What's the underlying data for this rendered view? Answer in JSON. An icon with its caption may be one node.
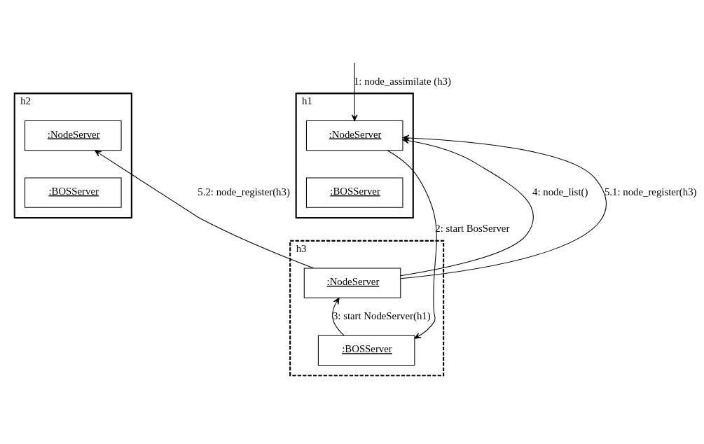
{
  "diagram": {
    "nodes": [
      {
        "text": [
          "h1"
        ]
      },
      {
        "text": [
          ":NodeServer"
        ],
        "in": 0
      },
      {
        "text": [
          ":BOSServer"
        ],
        "in": 0
      },
      {
        "text": [
          "h2"
        ]
      },
      {
        "text": [
          ":NodeServer"
        ],
        "in": 3
      },
      {
        "text": [
          ":BOSServer"
        ],
        "in": 3
      },
      {
        "text": [
          "h3"
        ]
      },
      {
        "text": [
          ":NodeServer"
        ],
        "in": 6
      },
      {
        "text": [
          ":BOSServer"
        ],
        "in": 6
      }
    ],
    "edges": [
      {
        "from": null,
        "to": 1,
        "arrow": "to",
        "label": "1: node_assimilate (h3)"
      },
      {
        "from": 1,
        "to": 8,
        "arrow": "to",
        "label": "2: start BosServer"
      },
      {
        "from": 8,
        "to": 7,
        "arrow": "to",
        "label": "3: start NodeServer(h1)"
      },
      {
        "from": 7,
        "to": 1,
        "arrow": "to",
        "label": "4: node_list()"
      },
      {
        "from": 7,
        "to": 1,
        "arrow": "to",
        "label": "5.1: node_register(h3)"
      },
      {
        "from": 7,
        "to": 4,
        "arrow": "to",
        "label": "5.2: node_register(h3)"
      }
    ]
  }
}
